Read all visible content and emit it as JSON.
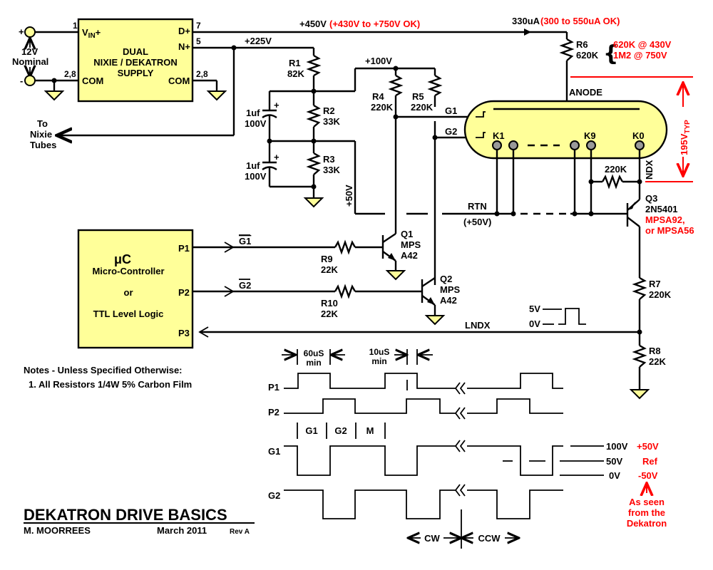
{
  "title": "DEKATRON DRIVE BASICS",
  "author": "M. MOORREES",
  "date": "March 2011",
  "revision": "Rev A",
  "colors": {
    "component_fill": "#ffff99",
    "annotation": "#ff0000",
    "wire": "#000000",
    "cathode_pin": "#999999"
  },
  "power_input": {
    "plus": "+",
    "minus": "-",
    "voltage": "12V",
    "label": "Nominal"
  },
  "supply": {
    "title_lines": [
      "DUAL",
      "NIXIE / DEKATRON",
      "SUPPLY"
    ],
    "pins": {
      "vin": "VIN+",
      "vin_num": "1",
      "com_left": "COM",
      "com_left_num": "2,8",
      "d_plus": "D+",
      "d_plus_num": "7",
      "n_plus": "N+",
      "n_plus_num": "5",
      "com_right": "COM",
      "com_right_num": "2,8"
    }
  },
  "to_nixie": [
    "To",
    "Nixie",
    "Tubes"
  ],
  "rails": {
    "dekatron_supply": "+450V",
    "dekatron_supply_range": "(+430V to +750V OK)",
    "nixie_supply": "+225V",
    "grid_bias": "+100V",
    "rtn_bias": "+50V",
    "anode_current": "330uA",
    "anode_current_range": "(300 to 550uA OK)"
  },
  "resistors": {
    "r1": {
      "ref": "R1",
      "value": "82K"
    },
    "r2": {
      "ref": "R2",
      "value": "33K"
    },
    "r3": {
      "ref": "R3",
      "value": "33K"
    },
    "r4": {
      "ref": "R4",
      "value": "220K"
    },
    "r5": {
      "ref": "R5",
      "value": "220K"
    },
    "r6": {
      "ref": "R6",
      "value": "620K",
      "alt1": "620K @ 430V",
      "alt2": "1M2  @ 750V"
    },
    "r7": {
      "ref": "R7",
      "value": "220K"
    },
    "r8": {
      "ref": "R8",
      "value": "22K"
    },
    "r9": {
      "ref": "R9",
      "value": "22K"
    },
    "r10": {
      "ref": "R10",
      "value": "22K"
    },
    "rndx": {
      "value": "220K"
    }
  },
  "capacitors": [
    {
      "value": "1uf",
      "voltage": "100V",
      "polarity": "+"
    },
    {
      "value": "1uf",
      "voltage": "100V",
      "polarity": "+"
    }
  ],
  "dekatron": {
    "anode": "ANODE",
    "g1": "G1",
    "g2": "G2",
    "k1": "K1",
    "k9": "K9",
    "k0": "K0",
    "ndx": "NDX",
    "voltage": "195V",
    "voltage_sub": "TYP",
    "rtn": "RTN",
    "rtn_voltage": "(+50V)"
  },
  "transistors": {
    "q1": {
      "ref": "Q1",
      "part_lines": [
        "MPS",
        "A42"
      ]
    },
    "q2": {
      "ref": "Q2",
      "part_lines": [
        "MPS",
        "A42"
      ]
    },
    "q3": {
      "ref": "Q3",
      "part": "2N5401",
      "alt1": "MPSA92,",
      "alt2": "or MPSA56"
    }
  },
  "controller": {
    "symbol": "μC",
    "lines": [
      "Micro-Controller",
      "or",
      "TTL Level Logic"
    ],
    "p1": "P1",
    "p2": "P2",
    "p3": "P3",
    "g1_signal": "G1",
    "g2_signal": "G2",
    "lndx": "LNDX",
    "pulse_high": "5V",
    "pulse_low": "0V"
  },
  "notes": {
    "header": "Notes  -  Unless Specified Otherwise:",
    "items": [
      "1. All Resistors 1/4W 5% Carbon Film"
    ]
  },
  "timing": {
    "min_width_1": [
      "60uS",
      "min"
    ],
    "min_width_2": [
      "10uS",
      "min"
    ],
    "phase_labels": [
      "G1",
      "G2",
      "M"
    ],
    "signals": [
      "P1",
      "P2",
      "G1",
      "G2"
    ],
    "levels": [
      "100V",
      "50V",
      "0V"
    ],
    "relative_levels": [
      "+50V",
      "Ref",
      "-50V"
    ],
    "reference_note": [
      "As  seen",
      "from  the",
      "Dekatron"
    ],
    "cw": "CW",
    "ccw": "CCW"
  }
}
